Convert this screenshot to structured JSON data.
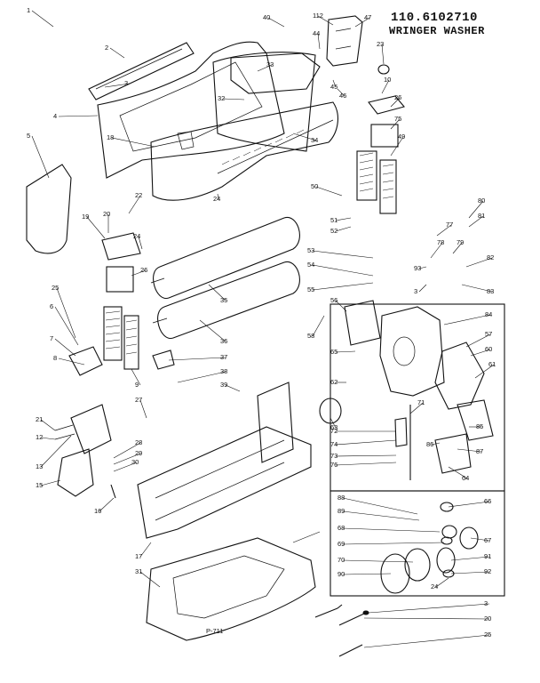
{
  "header": {
    "model_number": "110.6102710",
    "product_name": "WRINGER WASHER"
  },
  "drawing_code": "P-711",
  "callouts": [
    "1",
    "2",
    "3",
    "4",
    "5",
    "18",
    "22",
    "20",
    "19",
    "24",
    "26",
    "25",
    "6",
    "7",
    "8",
    "9",
    "27",
    "28",
    "29",
    "30",
    "21",
    "12",
    "13",
    "15",
    "16",
    "17",
    "31",
    "32",
    "33",
    "34",
    "35",
    "36",
    "37",
    "38",
    "39",
    "40",
    "112",
    "44",
    "45",
    "46",
    "47",
    "23",
    "10",
    "26",
    "75",
    "49",
    "50",
    "51",
    "52",
    "53",
    "54",
    "55",
    "58",
    "56",
    "65",
    "57",
    "60",
    "61",
    "62",
    "63",
    "71",
    "72",
    "73",
    "74",
    "76",
    "77",
    "78",
    "79",
    "80",
    "81",
    "82",
    "83",
    "84",
    "85",
    "86",
    "87",
    "64",
    "88",
    "89",
    "66",
    "67",
    "68",
    "69",
    "70",
    "90",
    "91",
    "92",
    "93",
    "3",
    "24",
    "3",
    "20",
    "25",
    "24"
  ]
}
